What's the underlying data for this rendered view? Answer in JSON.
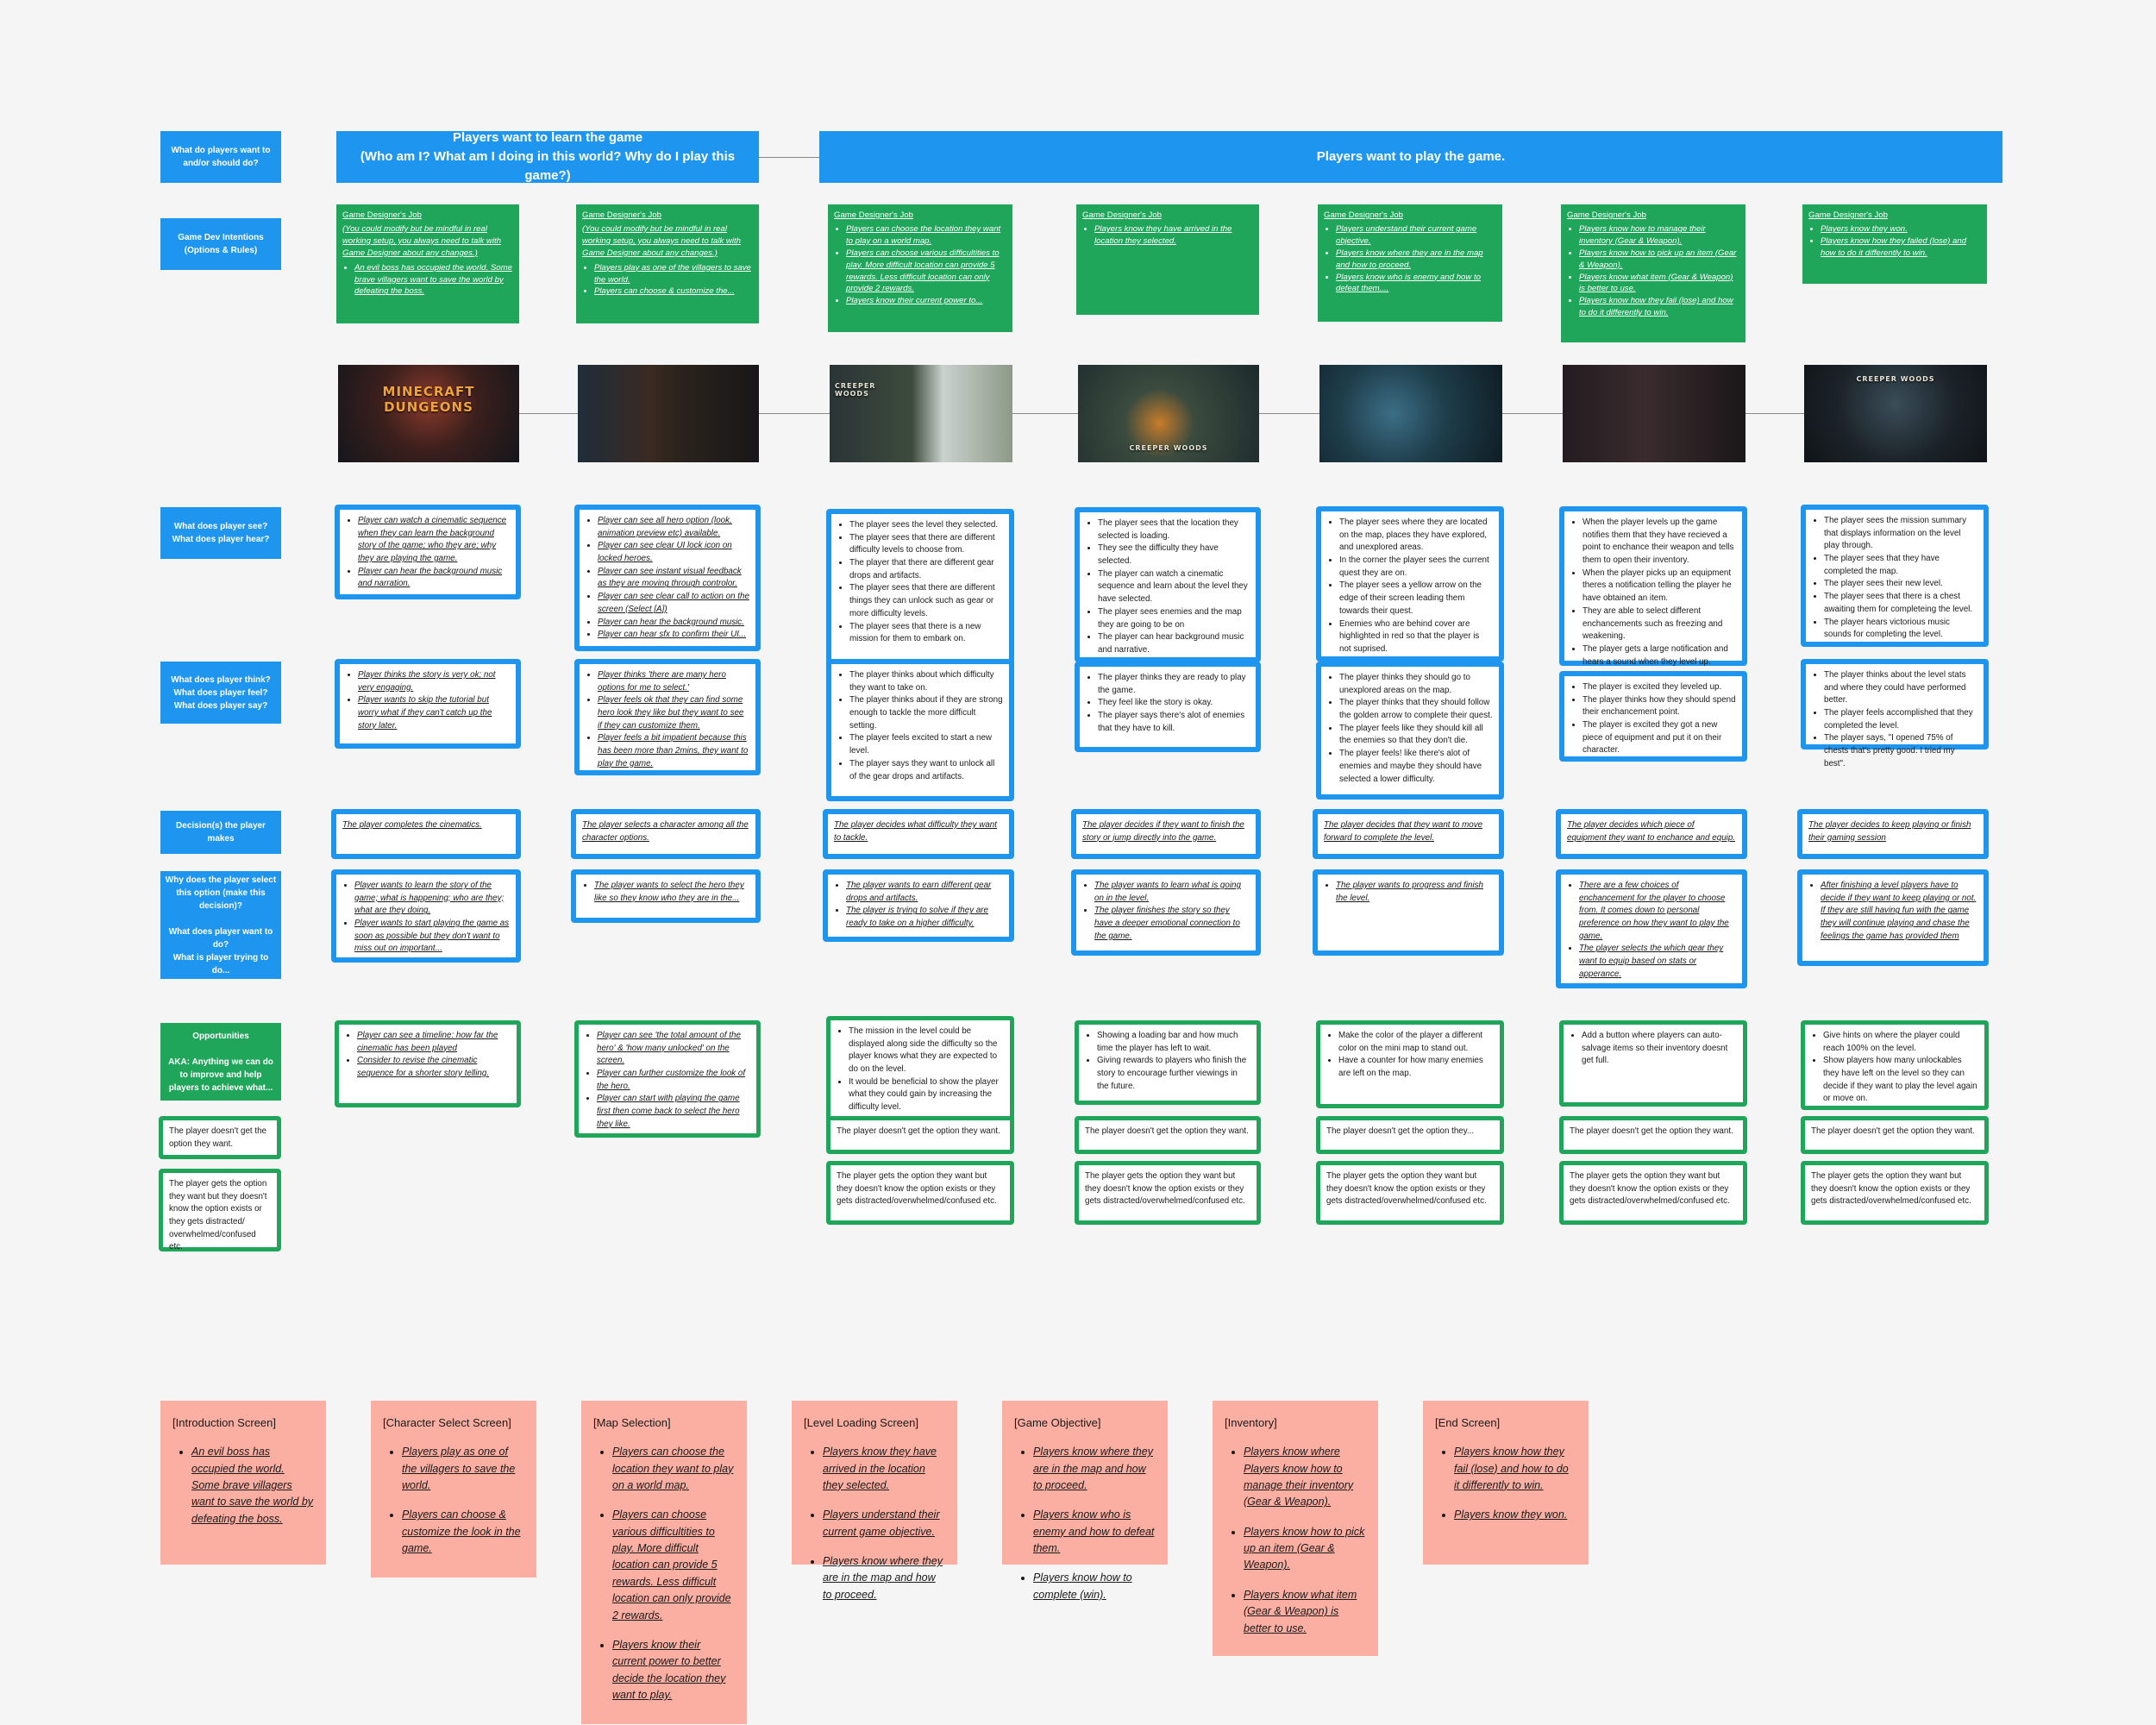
{
  "row_labels": {
    "want": "What do players want to and/or should do?",
    "intentions": "Game Dev Intentions (Options & Rules)",
    "see": "What does player see? What does player hear?",
    "think": "What does player think? What does player feel? What does player say?",
    "decisions": "Decision(s) the player makes",
    "why": "Why does the player select this option (make this decision)?\n\nWhat does player want to do?\nWhat is player trying to do...",
    "opportunities": "Opportunities\n\nAKA: Anything we can do to improve and help players to achieve what...",
    "not_get": "The player doesn't get the option they want.",
    "gets_option": "The player gets the option they want but they doesn't know the option exists or they gets distracted/ overwhelmed/confused etc."
  },
  "banners": {
    "learn": "Players want to learn the game\n(Who am I? What am I doing in this world? Why do I play this game?)",
    "play": "Players want to play the game."
  },
  "colors": {
    "blue": "#1e96f0",
    "green": "#1fa65a",
    "pink": "#fbaea2"
  },
  "columns": [
    {
      "dev_title": "Game Designer's Job",
      "dev_note": "(You could modify but be mindful in real working setup, you always need to talk with Game Designer about any changes.)",
      "dev_items": [
        "An evil boss has occupied the world. Some brave villagers want to save the world by defeating the boss."
      ],
      "screenshot_title": "MINECRAFT DUNGEONS",
      "see": [
        "Player can watch a cinematic sequence when they can learn the background story of the game; who they are; why they are playing the game.",
        "Player can hear the background music and narration."
      ],
      "think": [
        "Player thinks the story is very ok; not very engaging.",
        "Player wants to skip the tutorial but worry what if they can't catch up the story later."
      ],
      "decision": "The player completes the cinematics.",
      "why": [
        "Player wants to learn the story of the game; what is happening; who are they; what are they doing.",
        "Player wants to start playing the game as soon as possible but they don't want to miss out on important..."
      ],
      "opportunities": [
        "Player can see a timeline: how far the cinematic has been played",
        "Consider to revise the cinematic sequence for a shorter story telling."
      ],
      "not_get": "",
      "gets_option": ""
    },
    {
      "dev_title": "Game Designer's Job",
      "dev_note": "(You could modify but be mindful in real working setup, you always need to talk with Game Designer about any changes.)",
      "dev_items": [
        "Players play as one of the villagers to save the world.",
        "Players can choose & customize the..."
      ],
      "screenshot_title": "",
      "see": [
        "Player can see all hero option (look, animation preview etc) available.",
        "Player can see clear UI lock icon on locked heroes.",
        "Player can see instant visual feedback as they are moving through controlor.",
        "Player can see clear call to action on the screen (Select [A])",
        "Player can hear the background music.",
        "Player can hear sfx to confirm their UI..."
      ],
      "think": [
        "Player thinks 'there are many hero options for me to select.'",
        "Player feels ok that they can find some hero look they like but they want to see if they can customize them.",
        "Player feels a bit impatient because this has been more than 2mins, they want to play the game."
      ],
      "decision": "The player selects a character among all the character options.",
      "why": [
        "The player wants to select the hero they like so they know who they are in the..."
      ],
      "opportunities": [
        "Player can see 'the total amount of the hero' & 'how many unlocked' on the screen.",
        "Player can further customize the look of the hero.",
        "Player can start with playing the game first then come back to select the hero they like."
      ],
      "not_get": "",
      "gets_option": ""
    },
    {
      "dev_title": "Game Designer's Job",
      "dev_note": "",
      "dev_items": [
        "Players can choose the location they want to play on a world map.",
        "Players can choose various difficultities to play. More difficult location can provide 5 rewards. Less difficult location can only provide 2 rewards.",
        "Players know their current power to..."
      ],
      "screenshot_title": "CREEPER WOODS",
      "see": [
        "The player sees the level they selected.",
        "The player sees that there are different difficulty levels to choose from.",
        "The player that there are different gear drops and artifacts.",
        "The player sees that there are different things they can unlock such as gear or more difficulty levels.",
        "The player sees that there is a new mission for them to embark on."
      ],
      "think": [
        "The player thinks about which difficulty they want to take on.",
        "The player thinks about if they are strong enough to tackle the more difficult setting.",
        "The player feels excited to start a new level.",
        "The player says they want to unlock all of the gear drops and artifacts."
      ],
      "decision": "The player decides what difficulty they want to tackle.",
      "why": [
        "The player wants to earn different gear drops and artifacts.",
        "The player is trying to solve if they are ready to take on a higher difficulty."
      ],
      "opportunities": [
        "The mission in the level could be displayed along side the difficulty so the player knows what they are expected to do on the level.",
        "It would be beneficial to show the player what they could gain by increasing the difficulty level."
      ],
      "not_get": "The player doesn't get the option they want.",
      "gets_option": "The player gets the option they want but they doesn't know the option exists or they gets distracted/overwhelmed/confused etc."
    },
    {
      "dev_title": "Game Designer's Job",
      "dev_note": "",
      "dev_items": [
        "Players know they have arrived in the location they selected."
      ],
      "screenshot_title": "CREEPER WOODS",
      "see": [
        "The player sees that the location they selected is loading.",
        "They see the difficulty they have selected.",
        "The player can watch a cinematic sequence and learn about the level they have selected.",
        "The player sees enemies and the map they are going to be on",
        "The player can hear background music and narrative."
      ],
      "think": [
        "The player thinks they are ready to play the game.",
        "They feel like the story is okay.",
        "The player says there's alot of enemies that they have to kill."
      ],
      "decision": "The player decides if they want to finish the story or jump directly into the game.",
      "why": [
        "The player wants to learn what is going on in the level.",
        "The player finishes the story so they have a deeper emotional connection to the game."
      ],
      "opportunities": [
        "Showing a loading bar and how much time the player has left to wait.",
        "Giving rewards to players who finish the story to encourage further viewings in the future."
      ],
      "not_get": "The player doesn't get the option they want.",
      "gets_option": "The player gets the option they want but they doesn't know the option exists or they gets distracted/overwhelmed/confused etc."
    },
    {
      "dev_title": "Game Designer's Job",
      "dev_note": "",
      "dev_items": [
        "Players understand their current game objective.",
        "Players know where they are in the map and how to proceed.",
        "Players know who is enemy and how to defeat them...."
      ],
      "screenshot_title": "",
      "see": [
        "The player sees where they are located on the map, places they have explored, and unexplored areas.",
        "In the corner the player sees the current quest they are on.",
        "The player sees a yellow arrow on the edge of their screen leading them towards their quest.",
        "Enemies who are behind cover are highlighted in red so that the player is not suprised."
      ],
      "think": [
        "The player thinks they should go to unexplored areas on the map.",
        "The player thinks that they should follow the golden arrow to complete their quest.",
        "The player feels like they should kill all the enemies so that they don't die.",
        "The player feels! like there's alot of enemies and maybe they should have selected a lower difficulty."
      ],
      "decision": "The player decides that they want to move forward to complete the level.",
      "why": [
        "The player wants to progress and finish the level."
      ],
      "opportunities": [
        "Make the color of the player a different color on the mini map to stand out.",
        "Have a counter for how many enemies are left on the map."
      ],
      "not_get": "The player doesn't get the option they...",
      "gets_option": "The player gets the option they want but they doesn't know the option exists or they gets distracted/overwhelmed/confused etc."
    },
    {
      "dev_title": "Game Designer's Job",
      "dev_note": "",
      "dev_items": [
        "Players know how to manage their inventory (Gear & Weapon).",
        "Players know how to pick up an item (Gear & Weapon).",
        "Players know what item (Gear & Weapon) is better to use.",
        "Players know how they fail (lose) and how to do it differently to win."
      ],
      "screenshot_title": "",
      "see": [
        "When the player levels up the game notifies them that they have recieved a point to enchance their weapon and tells them to open their inventory.",
        "When the player picks up an equipment theres a notification telling the player he have obtained an item.",
        "They are able to select different enchancements such as freezing and weakening.",
        "The player gets a large notification and hears a sound when they level up."
      ],
      "think": [
        "The player is excited they leveled up.",
        "The player thinks how they should spend their enchancement point.",
        "The player is excited they got a new piece of equipment and put it on their character."
      ],
      "decision": "The player decides which piece of equipment they want to enchance and equip.",
      "why": [
        "There are a few choices of enchancement for the player to choose from. It comes down to personal preference on how they want to play the game.",
        "The player selects the which gear they want to equip based on stats or apperance."
      ],
      "opportunities": [
        "Add a button where players can auto-salvage items so their inventory doesnt get full."
      ],
      "not_get": "The player doesn't get the option they want.",
      "gets_option": "The player gets the option they want but they doesn't know the option exists or they gets distracted/overwhelmed/confused etc."
    },
    {
      "dev_title": "Game Designer's Job",
      "dev_note": "",
      "dev_items": [
        "Players know they won.",
        "Players know how they failed (lose) and how to do it differently to win."
      ],
      "screenshot_title": "CREEPER WOODS",
      "see": [
        "The player sees the mission summary that displays information on the level play through.",
        "The player sees that they have completed the map.",
        "The player sees their new level.",
        "The player sees that there is a chest awaiting them for completeing the level.",
        "The player hears victorious music sounds for completing the level."
      ],
      "think": [
        "The player thinks about the level stats and where they could have performed better.",
        "The player feels accomplished that they completed the level.",
        "The player says, \"I opened 75% of chests that's pretty good. I tried my best\"."
      ],
      "decision": "The player decides to keep playing or finish their gaming session",
      "why": [
        "After finishing a level players have to decide if they want to keep playing or not. If they are still having fun with the game they will continue playing and chase the feelings the game has provided them"
      ],
      "opportunities": [
        "Give hints on where the player could reach 100% on the level.",
        "Show players how many unlockables they have left on the level so they can decide if they want to play the level again or move on."
      ],
      "not_get": "The player doesn't get the option they want.",
      "gets_option": "The player gets the option they want but they doesn't know the option exists or they gets distracted/overwhelmed/confused etc."
    }
  ],
  "screen_cards": [
    {
      "title": "[Introduction Screen]",
      "items": [
        "An evil boss has occupied the world. Some brave villagers want to save the world by defeating the boss."
      ]
    },
    {
      "title": "[Character Select Screen]",
      "items": [
        "Players play as one of the villagers to save the world.",
        "Players can choose & customize the look in the game."
      ]
    },
    {
      "title": "[Map Selection]",
      "items": [
        "Players can choose the location they want to play on a world map.",
        "Players can choose various difficultities to play. More difficult location can provide 5 rewards. Less difficult location can only provide 2 rewards.",
        "Players know their current power to better decide the location they want to play."
      ]
    },
    {
      "title": "[Level Loading Screen]",
      "items": [
        "Players know they have arrived in the location they selected.",
        "Players understand their current game objective.",
        "Players know where they are in the map and how to proceed."
      ]
    },
    {
      "title": "[Game Objective]",
      "items": [
        "Players know where they are in the map and how to proceed.",
        "Players know who is enemy and how to defeat them.",
        "Players know how to complete (win)."
      ]
    },
    {
      "title": "[Inventory]",
      "items": [
        "Players know where Players know how to manage their inventory (Gear & Weapon).",
        "Players know how to pick up an item (Gear & Weapon).",
        "Players know what item (Gear & Weapon) is better to use."
      ]
    },
    {
      "title": "[End Screen]",
      "items": [
        "Players know how they fail (lose) and how to do it differently to win.",
        "Players know they won."
      ]
    }
  ]
}
